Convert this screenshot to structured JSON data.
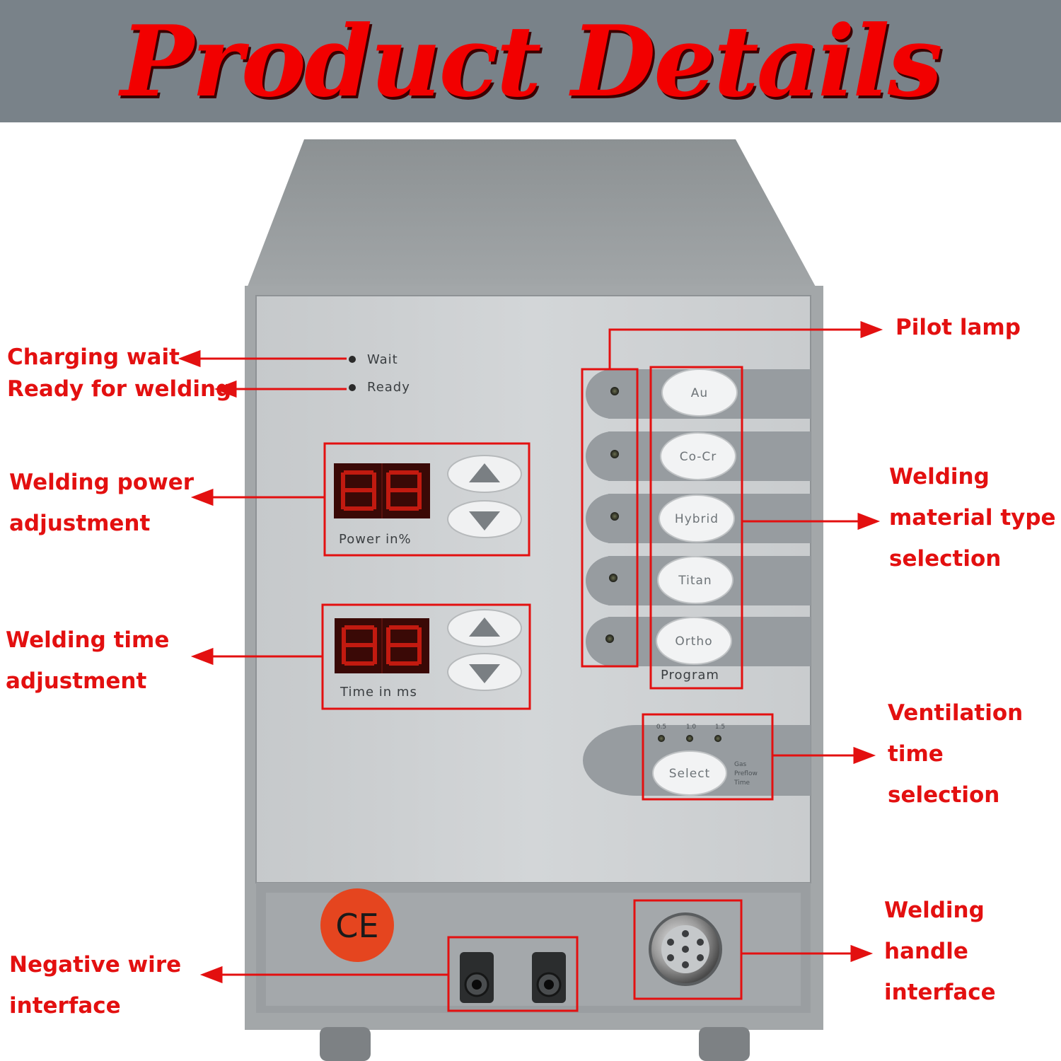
{
  "banner": {
    "title": "Product Details"
  },
  "panel": {
    "indicators": {
      "wait": "Wait",
      "ready": "Ready"
    },
    "power_display": {
      "digits": "88",
      "caption": "Power in%"
    },
    "time_display": {
      "digits": "88",
      "caption": "Time in ms"
    },
    "materials": [
      "Au",
      "Co-Cr",
      "Hybrid",
      "Titan",
      "Ortho"
    ],
    "program_label": "Program",
    "gas_levels": [
      "0.5",
      "1.0",
      "1.5"
    ],
    "select_label": "Select",
    "gas_caption": [
      "Gas",
      "Preflow",
      "Time"
    ],
    "ce_mark": "CE"
  },
  "callouts": {
    "charging_wait": "Charging wait",
    "ready_for_welding": "Ready for welding",
    "welding_power": [
      "Welding power",
      "adjustment"
    ],
    "welding_time": [
      "Welding time",
      "adjustment"
    ],
    "negative_wire": [
      "Negative wire",
      "interface"
    ],
    "pilot_lamp": "Pilot lamp",
    "material_type": [
      "Welding",
      "material type",
      "selection"
    ],
    "ventilation": [
      "Ventilation",
      "time",
      "selection"
    ],
    "handle_interface": [
      "Welding",
      "handle",
      "interface"
    ]
  },
  "colors": {
    "banner": "#798289",
    "title_red": "#f20000",
    "annotation_red": "#e31010",
    "panel_face": "#cfd2d4",
    "casing": "#9fa4a7"
  }
}
